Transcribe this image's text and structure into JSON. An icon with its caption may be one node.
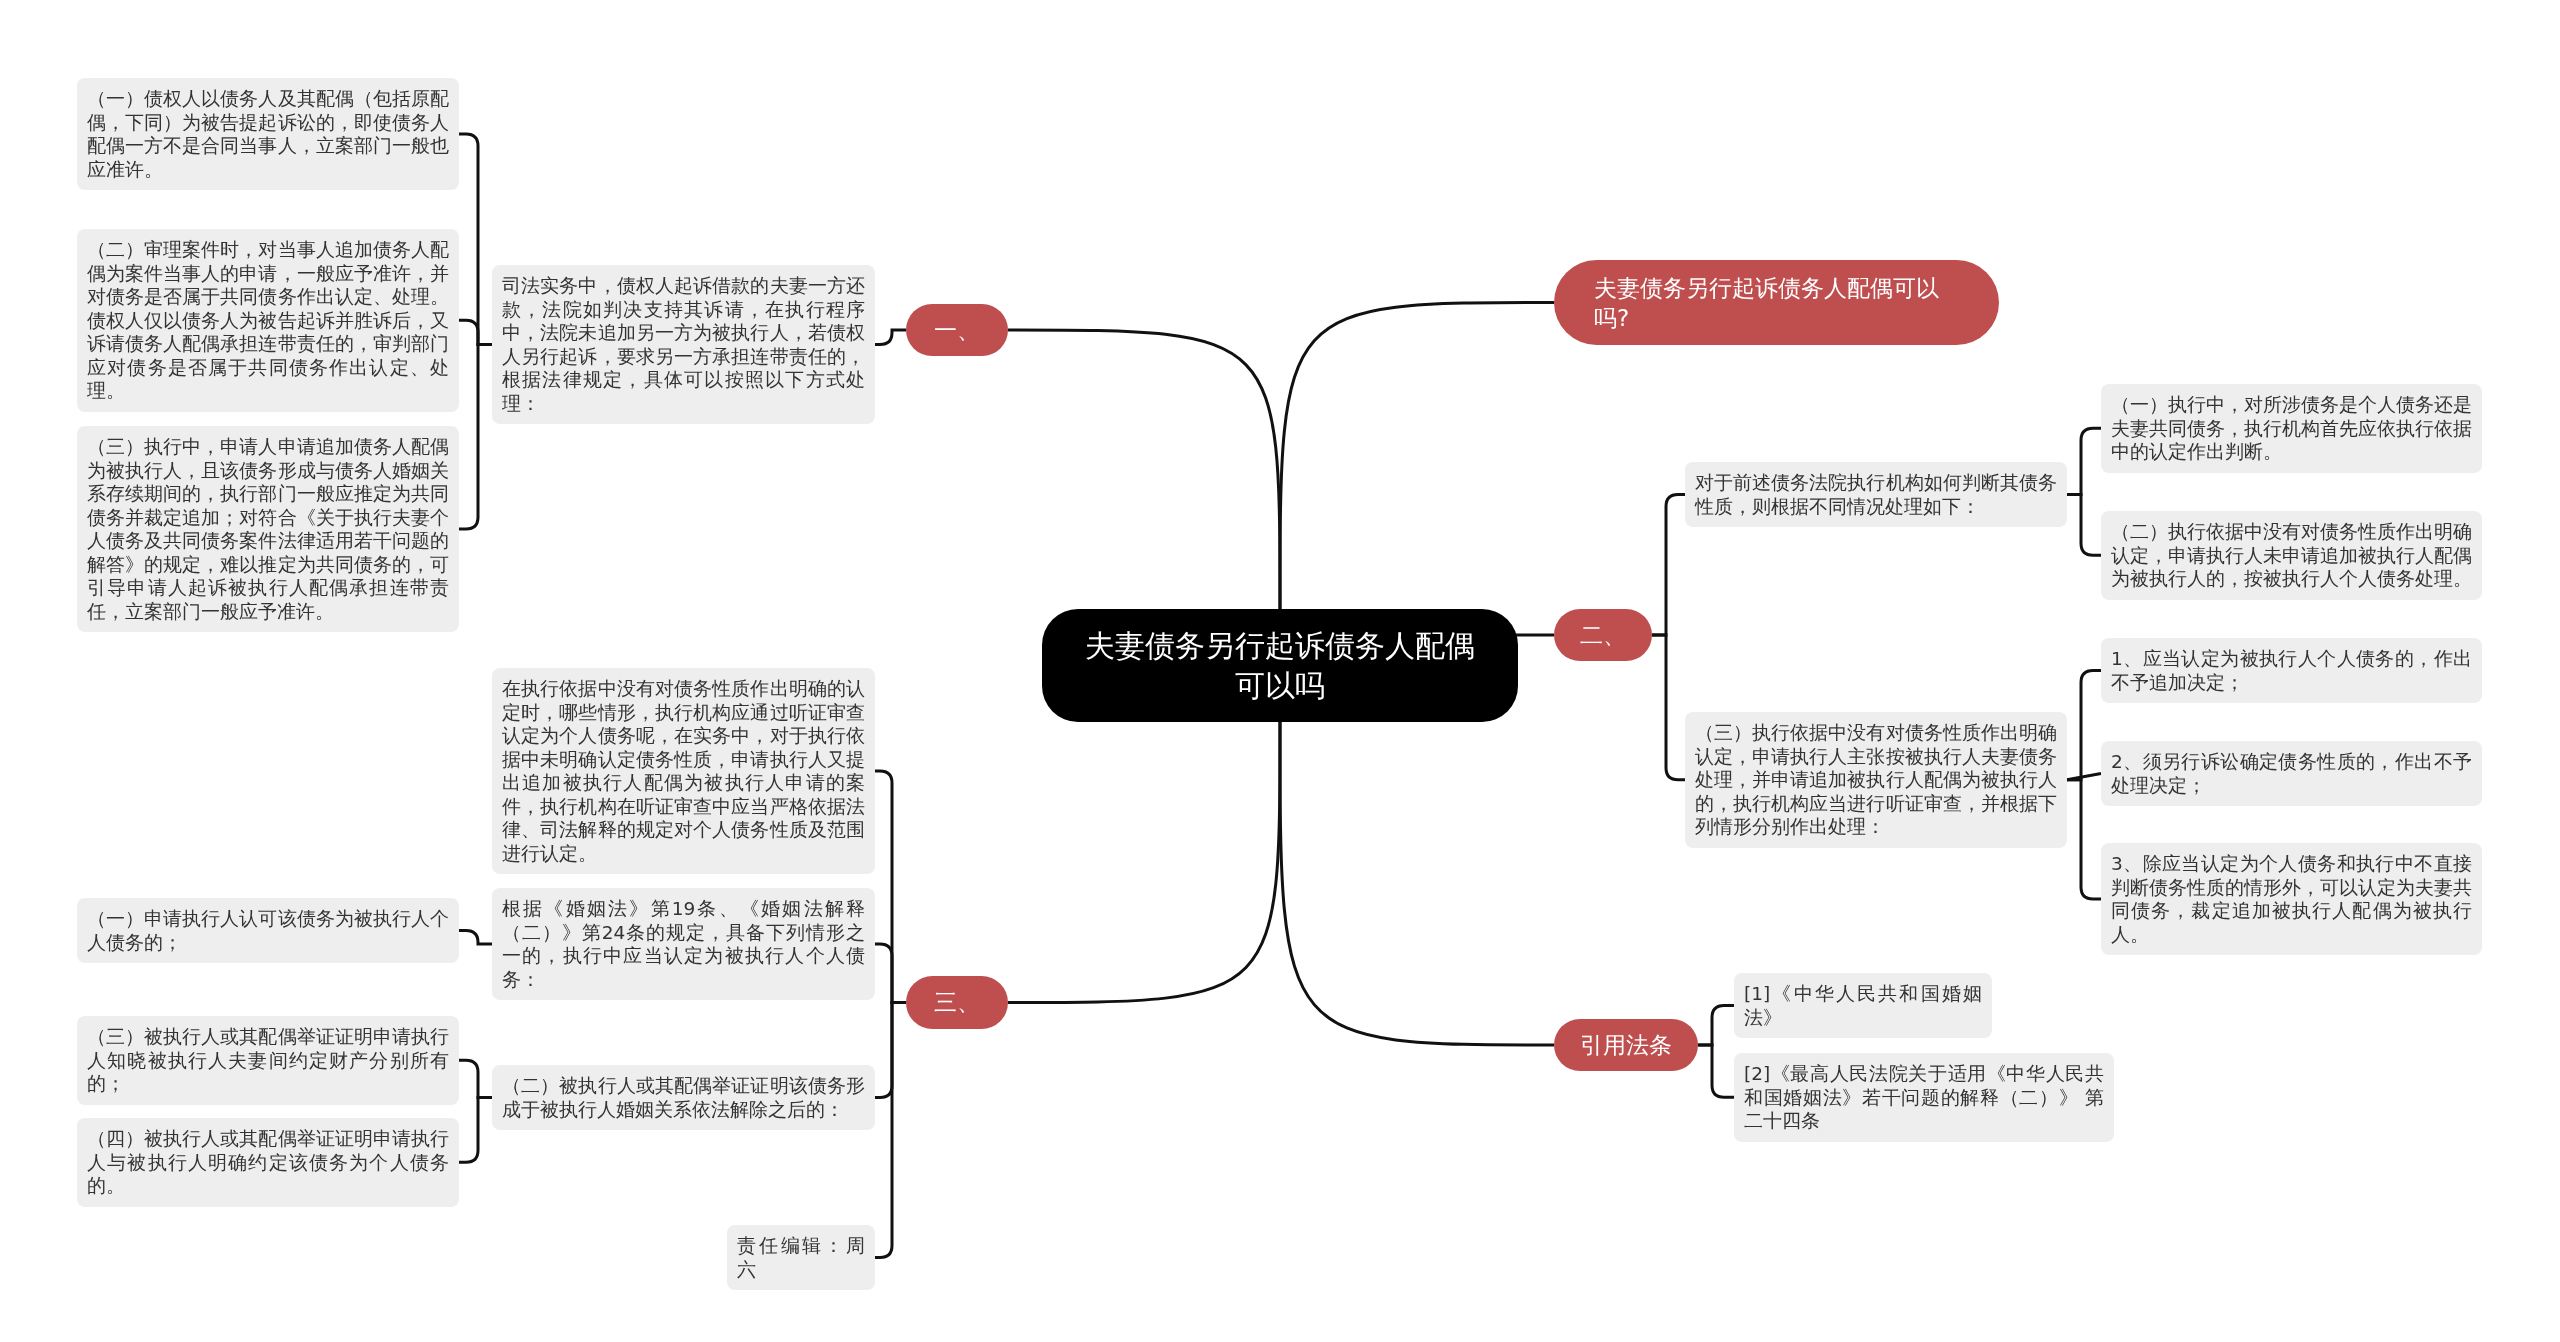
{
  "diagram": {
    "nodes": [
      {
        "text": [
          "夫妻债务另行起诉债务人配偶可以吗"
        ]
      },
      {
        "text": [
          "一、"
        ]
      },
      {
        "text": [
          "司法实务中，债权人起诉借款的夫妻一方还款，法院如判决支持其诉请，在执行程序中，法院未追加另一方为被执行人，若债权人另行起诉，要求另一方承担连带责任的，根据法律规定，具体可以按照以下方式处理："
        ]
      },
      {
        "text": [
          "（一）债权人以债务人及其配偶（包括原配偶，下同）为被告提起诉讼的，即使债务人配偶一方不是合同当事人，立案部门一般也应准许。"
        ]
      },
      {
        "text": [
          "（二）审理案件时，对当事人追加债务人配偶为案件当事人的申请，一般应予准许，并对债务是否属于共同债务作出认定、处理。债权人仅以债务人为被告起诉并胜诉后，又诉请债务人配偶承担连带责任的，审判部门应对债务是否属于共同债务作出认定、处理。"
        ]
      },
      {
        "text": [
          "（三）执行中，申请人申请追加债务人配偶为被执行人，且该债务形成与债务人婚姻关系存续期间的，执行部门一般应推定为共同债务并裁定追加；对符合《关于执行夫妻个人债务及共同债务案件法律适用若干问题的解答》的规定，难以推定为共同债务的，可引导申请人起诉被执行人配偶承担连带责任，立案部门一般应予准许。"
        ]
      },
      {
        "text": [
          "夫妻债务另行起诉债务人配偶可以吗?"
        ]
      },
      {
        "text": [
          "二、"
        ]
      },
      {
        "text": [
          "对于前述债务法院执行机构如何判断其债务性质，则根据不同情况处理如下："
        ]
      },
      {
        "text": [
          "（一）执行中，对所涉债务是个人债务还是夫妻共同债务，执行机构首先应依执行依据中的认定作出判断。"
        ]
      },
      {
        "text": [
          "（二）执行依据中没有对债务性质作出明确认定，申请执行人未申请追加被执行人配偶为被执行人的，按被执行人个人债务处理。"
        ]
      },
      {
        "text": [
          "（三）执行依据中没有对债务性质作出明确认定，申请执行人主张按被执行人夫妻债务处理，并申请追加被执行人配偶为被执行人的，执行机构应当进行听证审查，并根据下列情形分别作出处理："
        ]
      },
      {
        "text": [
          "1、应当认定为被执行人个人债务的，作出不予追加决定；"
        ]
      },
      {
        "text": [
          "2、须另行诉讼确定债务性质的，作出不予处理决定；"
        ]
      },
      {
        "text": [
          "3、除应当认定为个人债务和执行中不直接判断债务性质的情形外，可以认定为夫妻共同债务，裁定追加被执行人配偶为被执行人。"
        ]
      },
      {
        "text": [
          "三、"
        ]
      },
      {
        "text": [
          "在执行依据中没有对债务性质作出明确的认定时，哪些情形，执行机构应通过听证审查认定为个人债务呢，在实务中，对于执行依据中未明确认定债务性质，申请执行人又提出追加被执行人配偶为被执行人申请的案件，执行机构在听证审查中应当严格依据法律、司法解释的规定对个人债务性质及范围进行认定。"
        ]
      },
      {
        "text": [
          "根据《婚姻法》第19条、《婚姻法解释（二）》第24条的规定，具备下列情形之一的，执行中应当认定为被执行人个人债务："
        ]
      },
      {
        "text": [
          "（一）申请执行人认可该债务为被执行人个人债务的；"
        ]
      },
      {
        "text": [
          "（二）被执行人或其配偶举证证明该债务形成于被执行人婚姻关系依法解除之后的："
        ]
      },
      {
        "text": [
          "（三）被执行人或其配偶举证证明申请执行人知晓被执行人夫妻间约定财产分别所有的；"
        ]
      },
      {
        "text": [
          "（四）被执行人或其配偶举证证明申请执行人与被执行人明确约定该债务为个人债务的。"
        ]
      },
      {
        "text": [
          "责任编辑：周六"
        ]
      },
      {
        "text": [
          "引用法条"
        ]
      },
      {
        "text": [
          "[1]《中华人民共和国婚姻法》"
        ]
      },
      {
        "text": [
          "[2]《最高人民法院关于适用《中华人民共和国婚姻法》若干问题的解释（二）》 第二十四条"
        ]
      }
    ],
    "edges": [
      {
        "from": 0,
        "to": 1,
        "arrow": "none"
      },
      {
        "from": 1,
        "to": 2,
        "arrow": "none"
      },
      {
        "from": 2,
        "to": 3,
        "arrow": "none"
      },
      {
        "from": 2,
        "to": 4,
        "arrow": "none"
      },
      {
        "from": 2,
        "to": 5,
        "arrow": "none"
      },
      {
        "from": 0,
        "to": 6,
        "arrow": "none"
      },
      {
        "from": 0,
        "to": 7,
        "arrow": "none"
      },
      {
        "from": 7,
        "to": 8,
        "arrow": "none"
      },
      {
        "from": 8,
        "to": 9,
        "arrow": "none"
      },
      {
        "from": 8,
        "to": 10,
        "arrow": "none"
      },
      {
        "from": 7,
        "to": 11,
        "arrow": "none"
      },
      {
        "from": 11,
        "to": 12,
        "arrow": "none"
      },
      {
        "from": 11,
        "to": 13,
        "arrow": "none"
      },
      {
        "from": 11,
        "to": 14,
        "arrow": "none"
      },
      {
        "from": 0,
        "to": 15,
        "arrow": "none"
      },
      {
        "from": 15,
        "to": 16,
        "arrow": "none"
      },
      {
        "from": 15,
        "to": 17,
        "arrow": "none"
      },
      {
        "from": 17,
        "to": 18,
        "arrow": "none"
      },
      {
        "from": 15,
        "to": 19,
        "arrow": "none"
      },
      {
        "from": 19,
        "to": 20,
        "arrow": "none"
      },
      {
        "from": 19,
        "to": 21,
        "arrow": "none"
      },
      {
        "from": 15,
        "to": 22,
        "arrow": "none"
      },
      {
        "from": 0,
        "to": 23,
        "arrow": "none"
      },
      {
        "from": 23,
        "to": 24,
        "arrow": "none"
      },
      {
        "from": 23,
        "to": 25,
        "arrow": "none"
      }
    ]
  }
}
